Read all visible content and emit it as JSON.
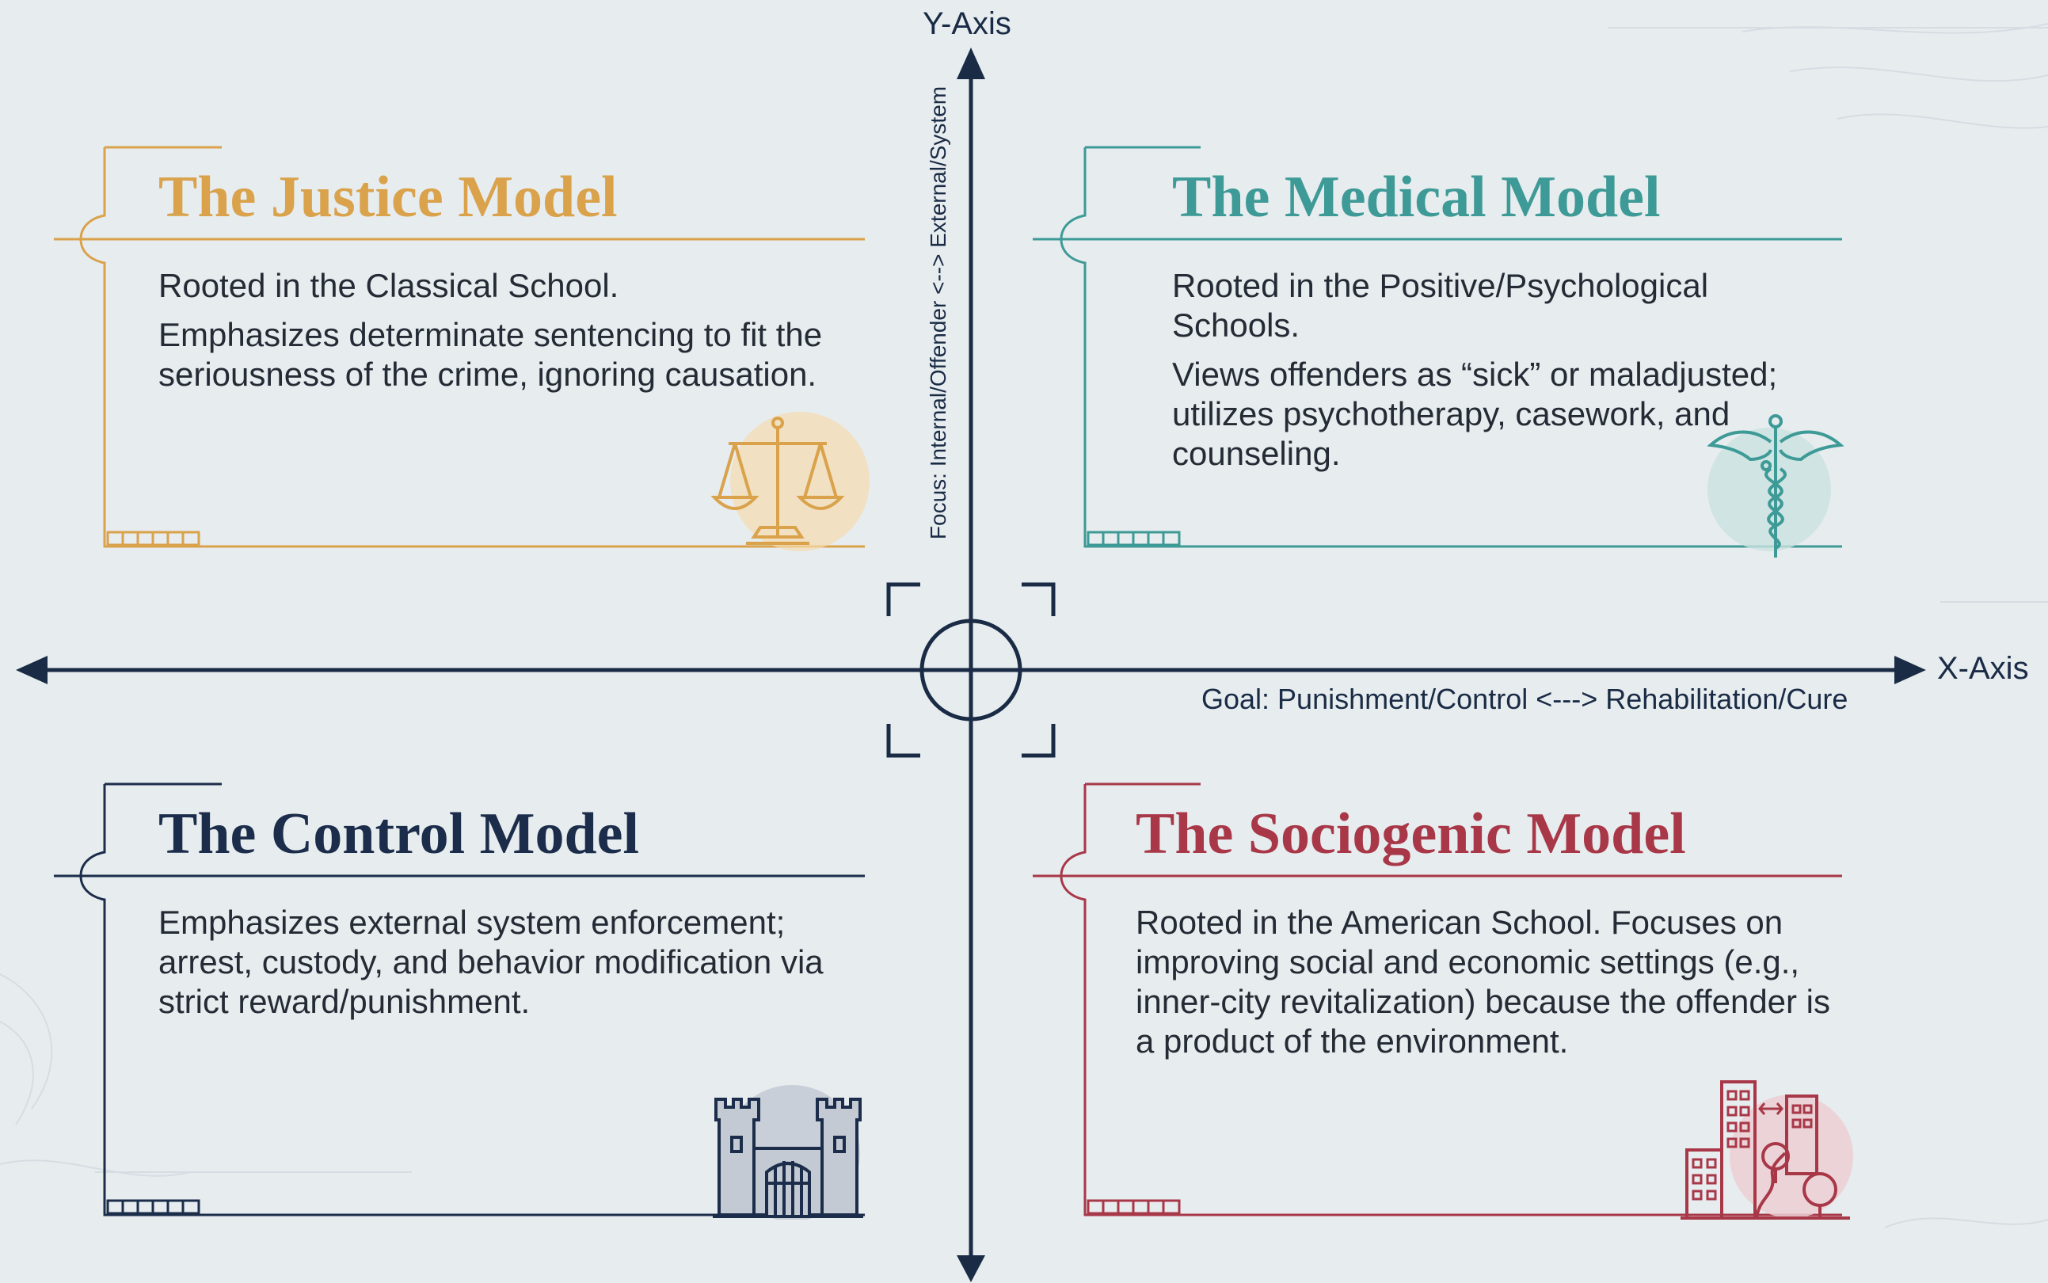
{
  "axes": {
    "y_label": "Y-Axis",
    "x_label": "X-Axis",
    "y_caption": "Focus: Internal/Offender <--> External/System",
    "x_caption": "Goal: Punishment/Control <---> Rehabilitation/Cure",
    "axis_color": "#1a2b45"
  },
  "quadrants": {
    "justice": {
      "title": "The Justice Model",
      "color": "#d9a24b",
      "lines": [
        "Rooted in the Classical School.",
        "Emphasizes determinate sentencing to fit the seriousness of the crime, ignoring causation."
      ],
      "icon": "scales-of-justice-icon"
    },
    "medical": {
      "title": "The Medical Model",
      "color": "#3d9a96",
      "lines": [
        "Rooted in the Positive/Psychological Schools.",
        "Views offenders as “sick” or maladjusted; utilizes psychotherapy, casework, and counseling."
      ],
      "icon": "caduceus-icon"
    },
    "control": {
      "title": "The Control Model",
      "color": "#1b2d4a",
      "lines": [
        "Emphasizes external system enforcement; arrest, custody, and behavior modification via strict reward/punishment."
      ],
      "icon": "fortress-prison-icon"
    },
    "sociogenic": {
      "title": "The Sociogenic Model",
      "color": "#a83848",
      "lines": [
        "Rooted in the American School. Focuses on improving social and economic settings (e.g., inner-city revitalization) because the offender is a product of the environment."
      ],
      "icon": "city-buildings-icon"
    }
  }
}
